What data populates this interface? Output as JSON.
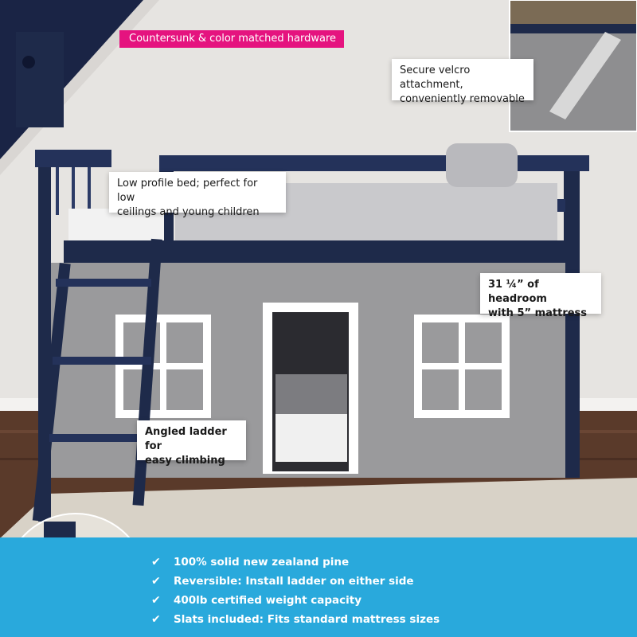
{
  "callouts": {
    "hardware": "Countersunk & color matched hardware",
    "velcro_line1": "Secure velcro attachment,",
    "velcro_line2": "conveniently removable",
    "low_profile_line1": "Low profile bed; perfect for low",
    "low_profile_line2": "ceilings and young children",
    "headroom_line1": "31 ¼” of headroom",
    "headroom_line2": "with 5” mattress",
    "ladder_line1": "Angled ladder for",
    "ladder_line2": "easy climbing"
  },
  "features": [
    "100% solid new zealand pine",
    "Reversible: Install ladder on either side",
    "400lb certified weight capacity",
    "Slats included: Fits standard mattress sizes"
  ],
  "icons": {
    "bullet": "check-icon"
  },
  "colors": {
    "accent_pink": "#e5137f",
    "panel_blue": "#29a9dc",
    "bed_navy": "#1e2a4a",
    "curtain_gray": "#9a9a9c"
  }
}
